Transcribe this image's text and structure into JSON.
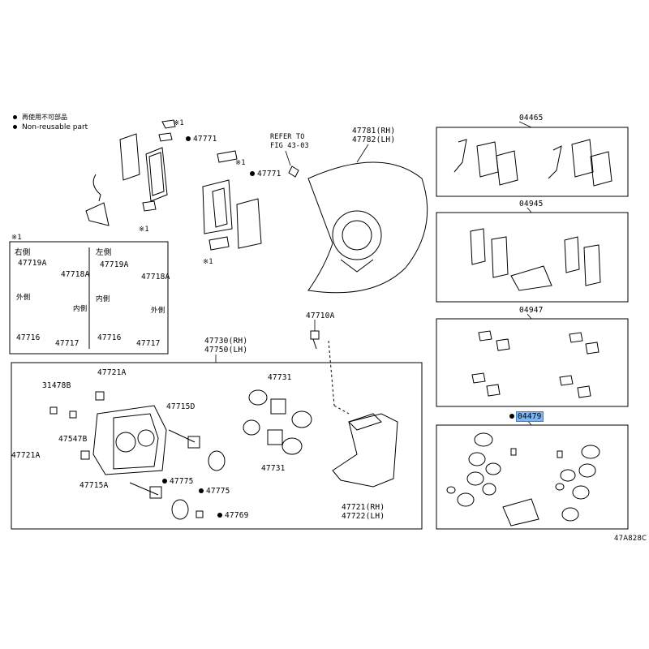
{
  "legend": {
    "line1": "再使用不可部品",
    "line2": "Non-reusable part"
  },
  "diagram_id": "47A828C",
  "refer": {
    "line1": "REFER TO",
    "line2": "FIG 43-03"
  },
  "note_mark": "※1",
  "inset": {
    "title": "※1",
    "right_header": "右側",
    "left_header": "左側",
    "outer": "外側",
    "inner": "内側",
    "labels": [
      "47719A",
      "47718A",
      "47719A",
      "47718A",
      "47716",
      "47717",
      "47716",
      "47717"
    ]
  },
  "labels": {
    "p47771a": "47771",
    "p47771b": "47771",
    "p47781": "47781(RH)",
    "p47782": "47782(LH)",
    "p47710A": "47710A",
    "p47730": "47730(RH)",
    "p47750": "47750(LH)",
    "p31478B": "31478B",
    "p47721A_top": "47721A",
    "p47715D": "47715D",
    "p47731_top": "47731",
    "p47547B": "47547B",
    "p47721A_left": "47721A",
    "p47715A": "47715A",
    "p47775_a": "47775",
    "p47775_b": "47775",
    "p47769": "47769",
    "p47731_bot": "47731",
    "p47721": "47721(RH)",
    "p47722": "47722(LH)"
  },
  "kits": {
    "k04465": "04465",
    "k04945": "04945",
    "k04947": "04947",
    "k04479": "04479"
  },
  "colors": {
    "highlight": "#7fb4ee",
    "line": "#000000"
  }
}
